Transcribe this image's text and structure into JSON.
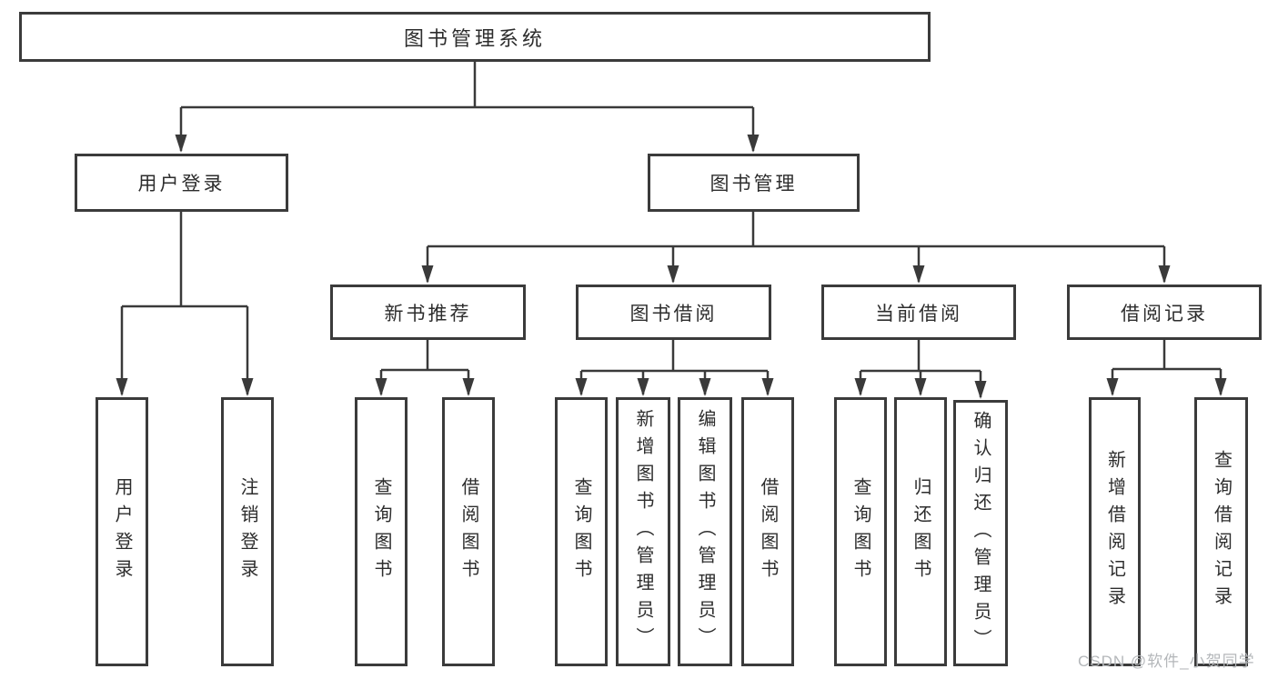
{
  "diagram": {
    "root": {
      "label": "图书管理系统"
    },
    "login_branch": {
      "label": "用户登录",
      "children": [
        {
          "label": "用户登录"
        },
        {
          "label": "注销登录"
        }
      ]
    },
    "management_branch": {
      "label": "图书管理",
      "groups": [
        {
          "label": "新书推荐",
          "children": [
            {
              "label": "查询图书"
            },
            {
              "label": "借阅图书"
            }
          ]
        },
        {
          "label": "图书借阅",
          "children": [
            {
              "label": "查询图书"
            },
            {
              "label": "新增图书（管理员）"
            },
            {
              "label": "编辑图书（管理员）"
            },
            {
              "label": "借阅图书"
            }
          ]
        },
        {
          "label": "当前借阅",
          "children": [
            {
              "label": "查询图书"
            },
            {
              "label": "归还图书"
            },
            {
              "label": "确认归还（管理员）"
            }
          ]
        },
        {
          "label": "借阅记录",
          "children": [
            {
              "label": "新增借阅记录"
            },
            {
              "label": "查询借阅记录"
            }
          ]
        }
      ]
    }
  },
  "watermark": {
    "text": "CSDN @软件_小贺同学"
  },
  "colors": {
    "line": "#3a3a3a",
    "border": "#3b3b3b",
    "text": "#2d2d2d",
    "watermark": "#b4b7ba",
    "background": "#ffffff"
  }
}
